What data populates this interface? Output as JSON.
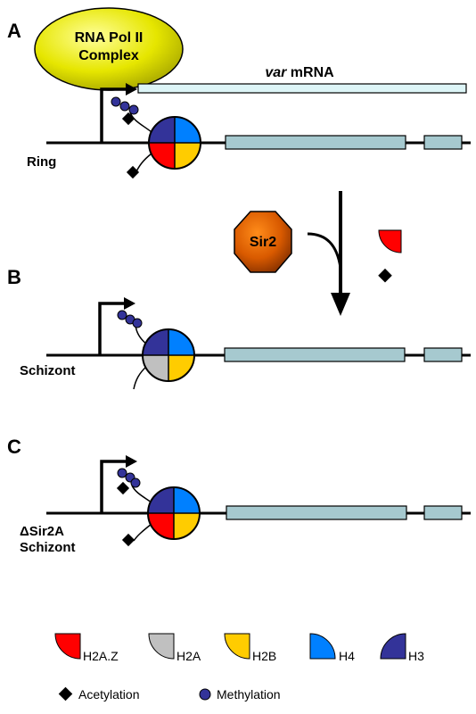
{
  "panels": {
    "a": {
      "letter": "A",
      "stage": "Ring",
      "transcript": "var mRNA",
      "complex_line1": "RNA Pol II",
      "complex_line2": "Complex"
    },
    "b": {
      "letter": "B",
      "stage": "Schizont"
    },
    "c": {
      "letter": "C",
      "stage_line1": "ΔSir2A",
      "stage_line2": "Schizont"
    }
  },
  "enzyme": {
    "label": "Sir2"
  },
  "legend": {
    "histones": [
      {
        "label": "H2A.Z",
        "color": "#ff0000"
      },
      {
        "label": "H2A",
        "color": "#c0c0c0"
      },
      {
        "label": "H2B",
        "color": "#ffcc00"
      },
      {
        "label": "H4",
        "color": "#0080ff"
      },
      {
        "label": "H3",
        "color": "#333399"
      }
    ],
    "marks": [
      {
        "label": "Acetylation",
        "icon": "diamond"
      },
      {
        "label": "Methylation",
        "icon": "circle"
      }
    ]
  },
  "colors": {
    "exon": "#a6c9cf",
    "mrna": "#ddf5f7",
    "complex": "#e6e600",
    "enzyme": "#d95a00"
  }
}
